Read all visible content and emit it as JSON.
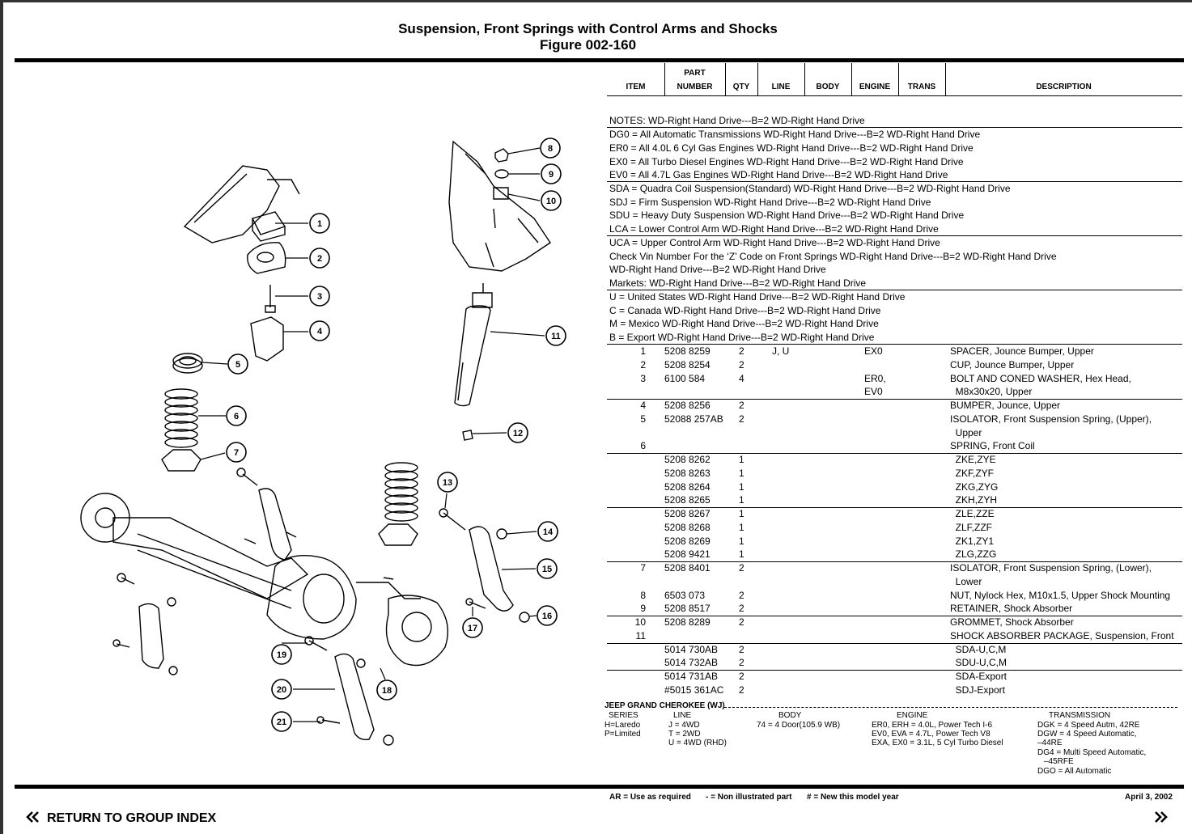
{
  "title": "Suspension, Front Springs with Control Arms and Shocks",
  "figure": "Figure 002-160",
  "columns": {
    "item": "ITEM",
    "part_top": "PART",
    "part_bottom": "NUMBER",
    "qty": "QTY",
    "line": "LINE",
    "body": "BODY",
    "engine": "ENGINE",
    "trans": "TRANS",
    "description": "DESCRIPTION"
  },
  "notes": [
    "NOTES: WD-Right Hand Drive---B=2 WD-Right Hand Drive",
    "DG0 = All Automatic Transmissions WD-Right Hand Drive---B=2 WD-Right Hand Drive",
    "ER0 = All 4.0L 6 Cyl Gas Engines WD-Right Hand Drive---B=2 WD-Right Hand Drive",
    "EX0 = All Turbo Diesel Engines WD-Right Hand Drive---B=2 WD-Right Hand Drive",
    "EV0 = All 4.7L Gas Engines WD-Right Hand Drive---B=2 WD-Right Hand Drive",
    "SDA = Quadra Coil Suspension(Standard) WD-Right Hand Drive---B=2 WD-Right Hand Drive",
    "SDJ = Firm Suspension WD-Right Hand Drive---B=2 WD-Right Hand Drive",
    "SDU = Heavy Duty Suspension WD-Right Hand Drive---B=2 WD-Right Hand Drive",
    "LCA = Lower Control Arm WD-Right Hand Drive---B=2 WD-Right Hand Drive",
    "UCA = Upper Control Arm WD-Right Hand Drive---B=2 WD-Right Hand Drive",
    "Check Vin Number For the ‘Z’ Code on Front Springs WD-Right Hand Drive---B=2 WD-Right Hand Drive",
    "WD-Right Hand Drive---B=2 WD-Right Hand Drive",
    "Markets: WD-Right Hand Drive---B=2 WD-Right Hand Drive",
    "U = United States WD-Right Hand Drive---B=2 WD-Right Hand Drive",
    "C = Canada WD-Right Hand Drive---B=2 WD-Right Hand Drive",
    "M = Mexico WD-Right Hand Drive---B=2 WD-Right Hand Drive",
    "B = Export WD-Right Hand Drive---B=2 WD-Right Hand Drive"
  ],
  "rows": [
    {
      "item": "1",
      "part": "5208 8259",
      "qty": "2",
      "line": "J, U",
      "engine": "EX0",
      "desc": "SPACER, Jounce Bumper, Upper"
    },
    {
      "item": "2",
      "part": "5208 8254",
      "qty": "2",
      "line": "",
      "engine": "",
      "desc": "CUP, Jounce Bumper, Upper"
    },
    {
      "item": "3",
      "part": "6100 584",
      "qty": "4",
      "line": "",
      "engine": "ER0,",
      "desc": "BOLT AND CONED WASHER, Hex Head,"
    },
    {
      "item": "",
      "part": "",
      "qty": "",
      "line": "",
      "engine": "EV0",
      "desc": "  M8x30x20, Upper"
    },
    {
      "item": "4",
      "part": "5208 8256",
      "qty": "2",
      "line": "",
      "engine": "",
      "desc": "BUMPER, Jounce, Upper"
    },
    {
      "item": "5",
      "part": "52088 257AB",
      "qty": "2",
      "line": "",
      "engine": "",
      "desc": "ISOLATOR, Front Suspension Spring, (Upper),"
    },
    {
      "item": "",
      "part": "",
      "qty": "",
      "line": "",
      "engine": "",
      "desc": "  Upper"
    },
    {
      "item": "6",
      "part": "",
      "qty": "",
      "line": "",
      "engine": "",
      "desc": "SPRING, Front Coil"
    },
    {
      "item": "",
      "part": "5208 8262",
      "qty": "1",
      "line": "",
      "engine": "",
      "desc": "  ZKE,ZYE"
    },
    {
      "item": "",
      "part": "5208 8263",
      "qty": "1",
      "line": "",
      "engine": "",
      "desc": "  ZKF,ZYF"
    },
    {
      "item": "",
      "part": "5208 8264",
      "qty": "1",
      "line": "",
      "engine": "",
      "desc": "  ZKG,ZYG"
    },
    {
      "item": "",
      "part": "5208 8265",
      "qty": "1",
      "line": "",
      "engine": "",
      "desc": "  ZKH,ZYH"
    },
    {
      "item": "",
      "part": "5208 8267",
      "qty": "1",
      "line": "",
      "engine": "",
      "desc": "  ZLE,ZZE"
    },
    {
      "item": "",
      "part": "5208 8268",
      "qty": "1",
      "line": "",
      "engine": "",
      "desc": "  ZLF,ZZF"
    },
    {
      "item": "",
      "part": "5208 8269",
      "qty": "1",
      "line": "",
      "engine": "",
      "desc": "  ZK1,ZY1"
    },
    {
      "item": "",
      "part": "5208 9421",
      "qty": "1",
      "line": "",
      "engine": "",
      "desc": "  ZLG,ZZG"
    },
    {
      "item": "7",
      "part": "5208 8401",
      "qty": "2",
      "line": "",
      "engine": "",
      "desc": "ISOLATOR, Front Suspension Spring, (Lower),"
    },
    {
      "item": "",
      "part": "",
      "qty": "",
      "line": "",
      "engine": "",
      "desc": "  Lower"
    },
    {
      "item": "8",
      "part": "6503 073",
      "qty": "2",
      "line": "",
      "engine": "",
      "desc": "NUT, Nylock Hex, M10x1.5, Upper Shock Mounting"
    },
    {
      "item": "9",
      "part": "5208 8517",
      "qty": "2",
      "line": "",
      "engine": "",
      "desc": "RETAINER, Shock Absorber"
    },
    {
      "item": "10",
      "part": "5208 8289",
      "qty": "2",
      "line": "",
      "engine": "",
      "desc": "GROMMET, Shock Absorber"
    },
    {
      "item": "11",
      "part": "",
      "qty": "",
      "line": "",
      "engine": "",
      "desc": "SHOCK ABSORBER PACKAGE, Suspension, Front"
    },
    {
      "item": "",
      "part": "5014 730AB",
      "qty": "2",
      "line": "",
      "engine": "",
      "desc": "  SDA-U,C,M"
    },
    {
      "item": "",
      "part": "5014 732AB",
      "qty": "2",
      "line": "",
      "engine": "",
      "desc": "  SDU-U,C,M"
    },
    {
      "item": "",
      "part": "5014 731AB",
      "qty": "2",
      "line": "",
      "engine": "",
      "desc": "  SDA-Export"
    },
    {
      "item": "",
      "part": "#5015 361AC",
      "qty": "2",
      "line": "",
      "engine": "",
      "desc": "  SDJ-Export"
    }
  ],
  "legend": {
    "model": "JEEP GRAND CHEROKEE (WJ)",
    "series_head": "SERIES",
    "series": [
      "H=Laredo",
      "P=Limited"
    ],
    "line_head": "LINE",
    "line": [
      "J = 4WD",
      "T = 2WD",
      "U = 4WD (RHD)"
    ],
    "body_head": "BODY",
    "body": [
      "74 = 4 Door(105.9 WB)"
    ],
    "engine_head": "ENGINE",
    "engine": [
      "ER0, ERH = 4.0L, Power Tech I-6",
      "EV0, EVA = 4.7L, Power Tech V8",
      "EXA, EX0 = 3.1L, 5 Cyl Turbo Diesel"
    ],
    "trans_head": "TRANSMISSION",
    "trans": [
      "DGK = 4 Speed Autm, 42RE",
      "DGW = 4 Speed Automatic,",
      "–44RE",
      "DG4 = Multi Speed Automatic,",
      "  –45RFE",
      "DGO = All Automatic"
    ]
  },
  "footer": {
    "ar": "AR = Use as required",
    "non": "- = Non illustrated part",
    "new": "# = New this model year",
    "date": "April 3, 2002"
  },
  "nav": {
    "return_label": "RETURN TO GROUP INDEX",
    "back_icon": "double-chevron-left-icon",
    "next_icon": "double-chevron-right-icon"
  },
  "callouts": [
    "1",
    "2",
    "3",
    "4",
    "5",
    "6",
    "7",
    "8",
    "9",
    "10",
    "11",
    "12",
    "13",
    "14",
    "15",
    "16",
    "17",
    "18",
    "19",
    "20",
    "21"
  ]
}
